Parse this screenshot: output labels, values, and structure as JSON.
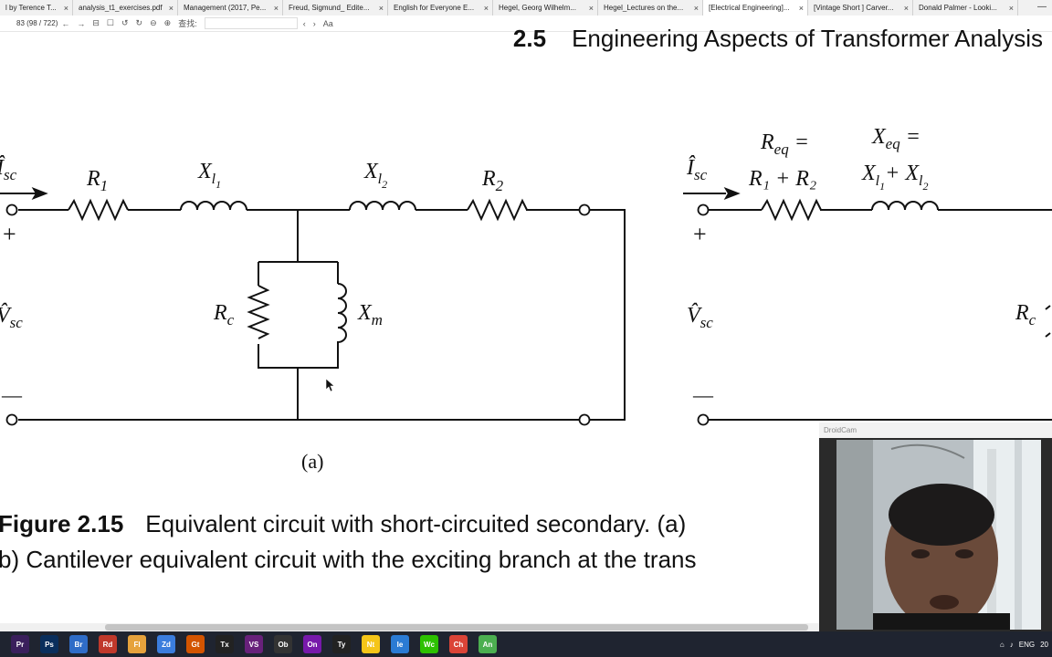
{
  "tabs": [
    {
      "label": "l by Terence T...",
      "active": false
    },
    {
      "label": "analysis_t1_exercises.pdf",
      "active": false
    },
    {
      "label": "Management (2017, Pe...",
      "active": false
    },
    {
      "label": "Freud, Sigmund_ Edite...",
      "active": false
    },
    {
      "label": "English for Everyone E...",
      "active": false
    },
    {
      "label": "Hegel, Georg Wilhelm...",
      "active": false
    },
    {
      "label": "Hegel_Lectures on the...",
      "active": false
    },
    {
      "label": "[Electrical Engineering]...",
      "active": true
    },
    {
      "label": "[Vintage Short ] Carver...",
      "active": false
    },
    {
      "label": "Donald Palmer - Looki...",
      "active": false
    }
  ],
  "toolbar": {
    "page_indicator": "83  (98 / 722)",
    "find_label": "查找:",
    "find_value": "",
    "text_size_label": "Aa"
  },
  "page": {
    "section_number": "2.5",
    "section_title": "Engineering Aspects of Transformer Analysis",
    "subfigure_label": "(a)",
    "caption_figure": "Figure 2.15",
    "caption_line1": "Equivalent circuit with short-circuited secondary. (a)",
    "caption_line2": "b) Cantilever equivalent circuit with the exciting branch at the trans"
  },
  "circuit_labels": {
    "isc": "Î",
    "isc_sub": "sc",
    "r1": "R",
    "r1_sub": "1",
    "xl1": "X",
    "xl1_sub": "l",
    "xl1_subsub": "1",
    "xl2": "X",
    "xl2_sub": "l",
    "xl2_subsub": "2",
    "r2": "R",
    "r2_sub": "2",
    "rc": "R",
    "rc_sub": "c",
    "xm": "X",
    "xm_sub": "m",
    "vsc": "V̂",
    "vsc_sub": "sc",
    "plus": "+",
    "minus": "—",
    "req_label": "R",
    "req_sub": "eq",
    "req_eq": "=",
    "req_sum": "R₁ + R₂",
    "xeq_label": "X",
    "xeq_sub": "eq",
    "xeq_eq": "=",
    "xeq_sum": "X",
    "xeq_plus": "+ X"
  },
  "camera": {
    "title": "DroidCam"
  },
  "taskbar": {
    "apps": [
      "Pr",
      "Ps",
      "Br",
      "Rd",
      "Fl",
      "Zd",
      "Gt",
      "Tx",
      "VS",
      "Ob",
      "On",
      "Ty",
      "Nt",
      "Ie",
      "Wc",
      "Ch",
      "An"
    ],
    "tray_lang": "ENG",
    "tray_time": "20"
  },
  "colors": {
    "accent_tab": "#ffffff",
    "taskbar": "#1f2430"
  }
}
